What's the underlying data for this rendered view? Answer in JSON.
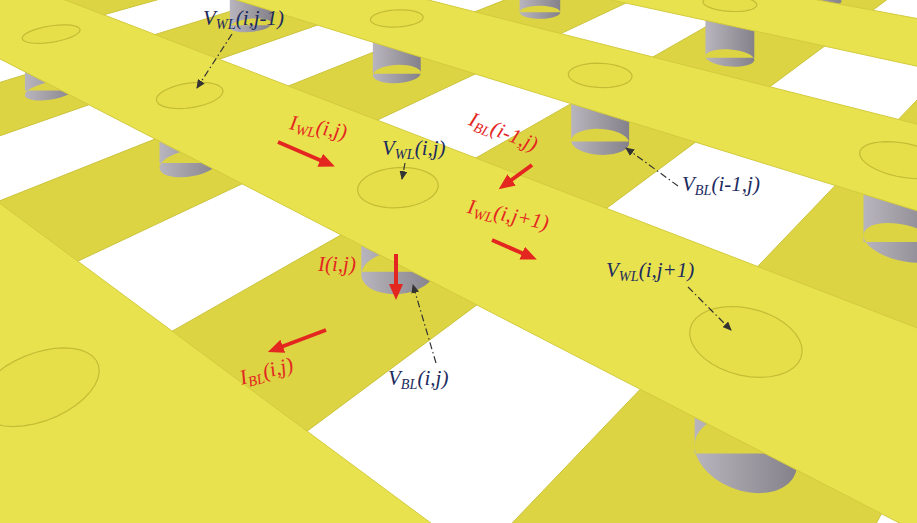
{
  "diagram": {
    "labels": [
      "VWL(i,j-1)",
      "VWL(i,j)",
      "IWL(i,j)",
      "IBL(i-1,j)",
      "VBL(i-1,j)",
      "IWL(i,j+1)",
      "I(i,j)",
      "VWL(i,j+1)",
      "IBL(i,j)",
      "VBL(i,j)"
    ]
  }
}
